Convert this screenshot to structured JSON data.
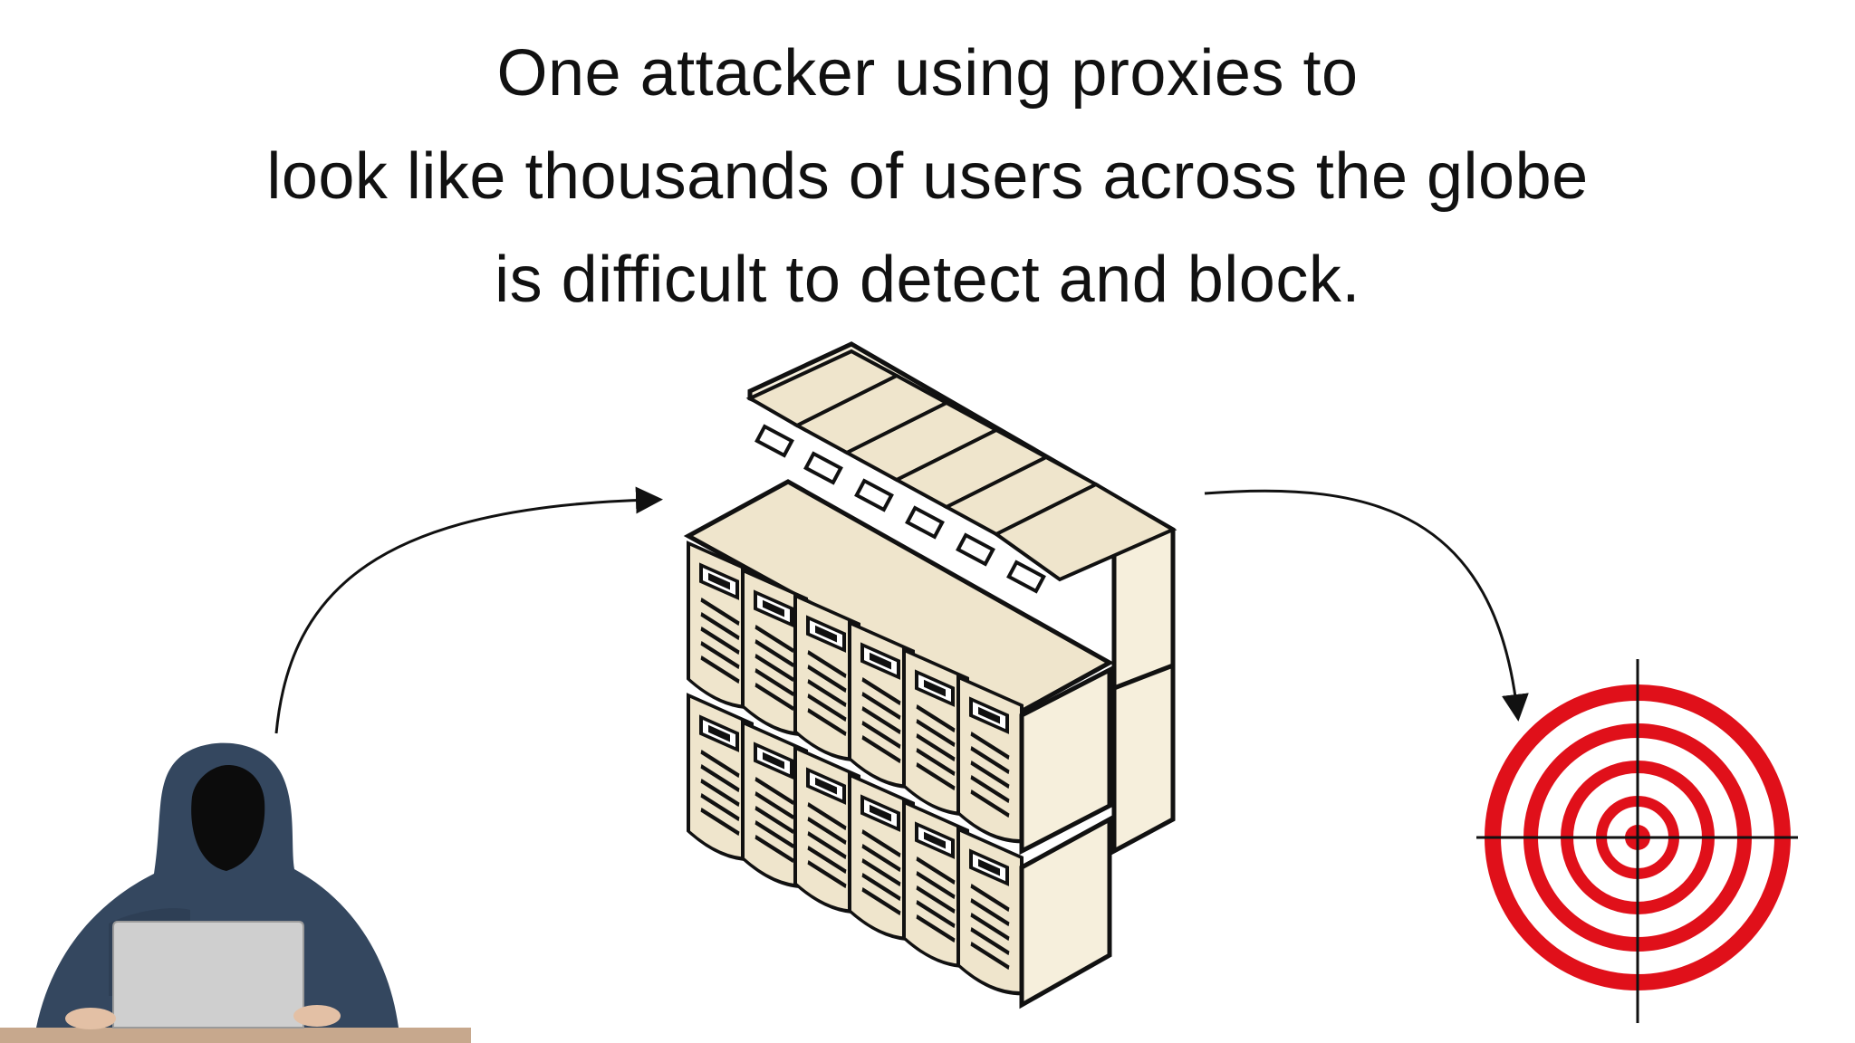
{
  "caption": {
    "lines": [
      "One attacker using proxies to",
      "look like thousands of users across the globe",
      "is difficult to detect and block."
    ]
  },
  "illustration": {
    "attacker": {
      "icon": "hooded-attacker-with-laptop-icon"
    },
    "proxies": {
      "icon": "server-rack-cluster-icon"
    },
    "target": {
      "icon": "bullseye-target-icon"
    },
    "colors": {
      "target_red": "#e0101a",
      "server_fill": "#efe5cc",
      "server_fill_light": "#f6efdc",
      "outline": "#111111",
      "hoodie": "#34475f",
      "laptop": "#cfcfcf"
    }
  }
}
